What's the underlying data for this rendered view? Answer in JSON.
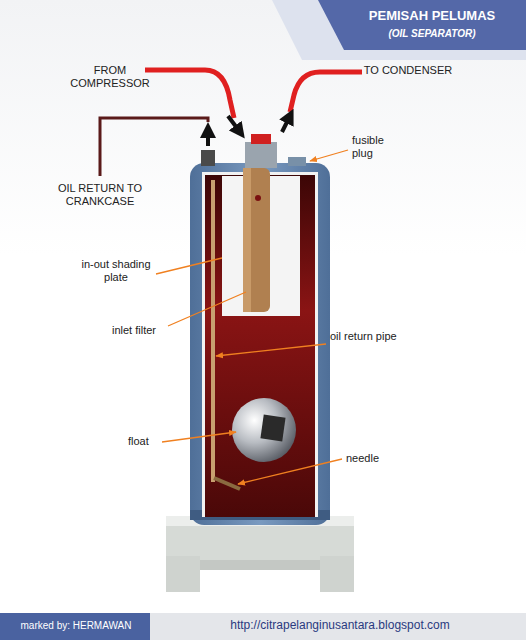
{
  "diagram": {
    "nodes": [
      {
        "text": [
          "PEMISAH PELUMAS",
          "(OIL SEPARATOR)"
        ]
      },
      {
        "text": [
          "marked by: HERMAWAN"
        ]
      },
      {
        "text": [
          "http://citrapelanginusantara.blogspot.com"
        ]
      }
    ],
    "labels": [
      "FROM COMPRESSOR",
      "TO CONDENSER",
      "OIL RETURN TO CRANKCASE",
      "fusible plug",
      "in-out shading plate",
      "inlet filter",
      "oil return pipe",
      "float",
      "needle"
    ]
  }
}
